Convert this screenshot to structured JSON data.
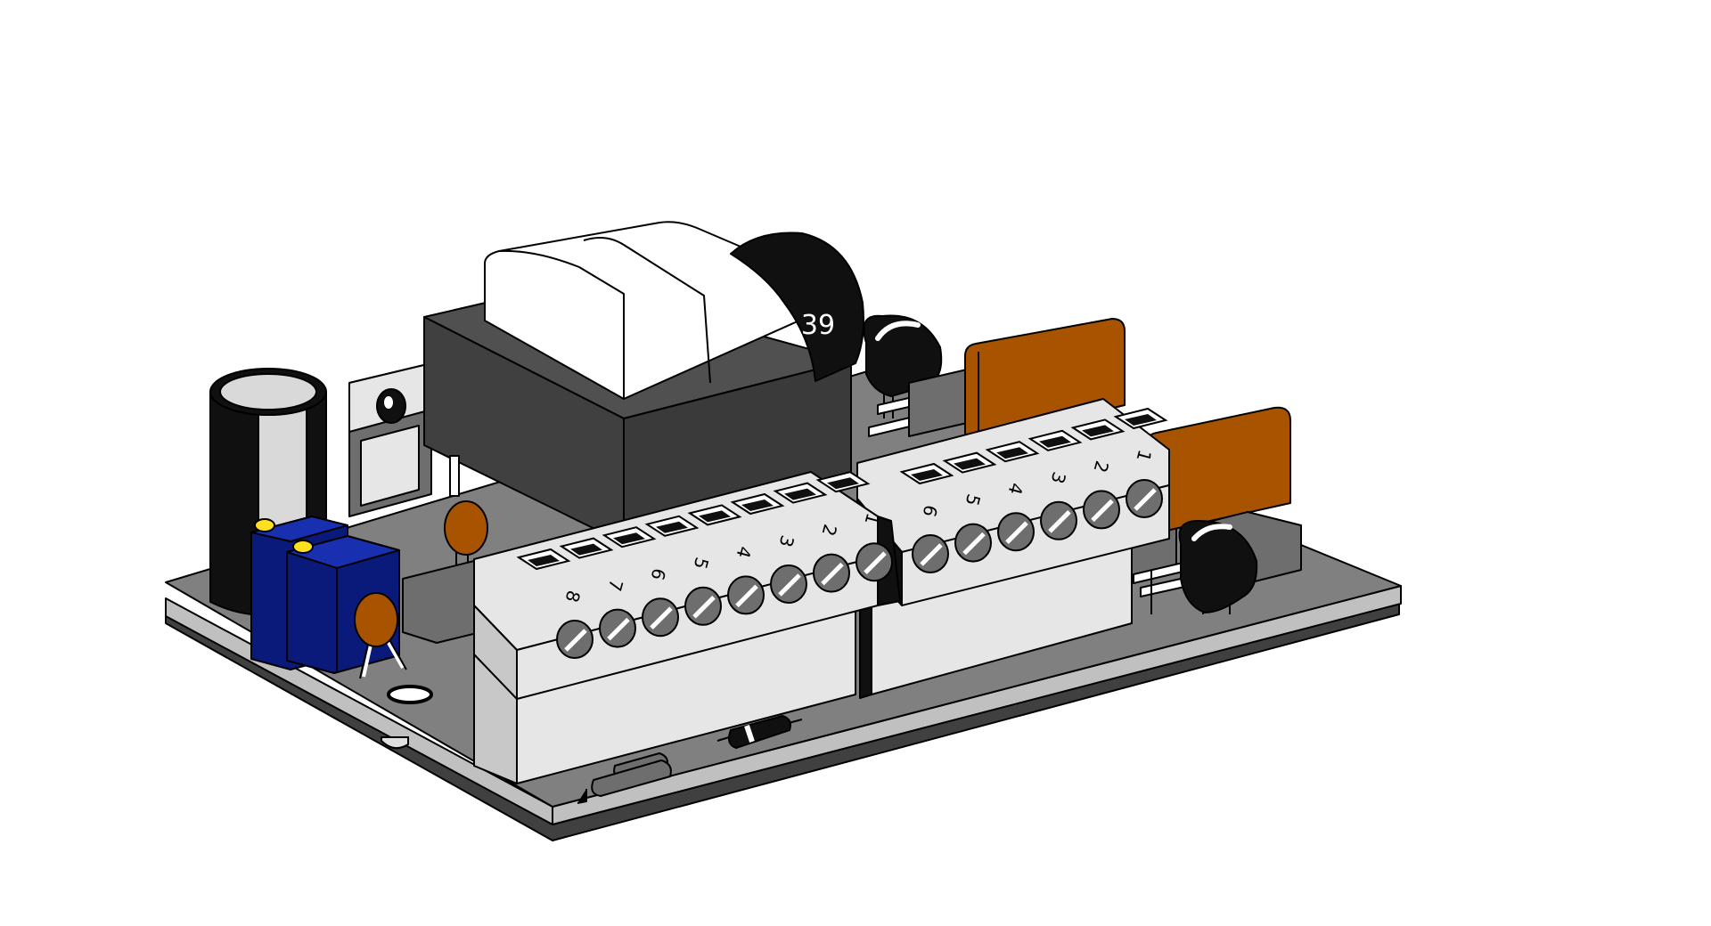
{
  "colors": {
    "background": "#ffffff",
    "board_top": "#808080",
    "board_edge": "#c0c0c0",
    "board_shadow": "#404040",
    "terminal_light": "#e6e6e6",
    "terminal_mid": "#c8c8c8",
    "screw": "#6e6e6e",
    "transformer_dark": "#404040",
    "transformer_coil": "#ffffff",
    "film_capacitor": "#a85300",
    "ceramic_capacitor": "#a85300",
    "trimmer_blue": "#0a1a7a",
    "trimmer_knob": "#ffe020",
    "black_part": "#101010"
  },
  "components": {
    "varistor_marking": "39",
    "terminal_block_large_labels": [
      "8",
      "7",
      "6",
      "5",
      "4",
      "3",
      "2",
      "1"
    ],
    "terminal_block_small_labels": [
      "6",
      "5",
      "4",
      "3",
      "2",
      "1"
    ]
  }
}
